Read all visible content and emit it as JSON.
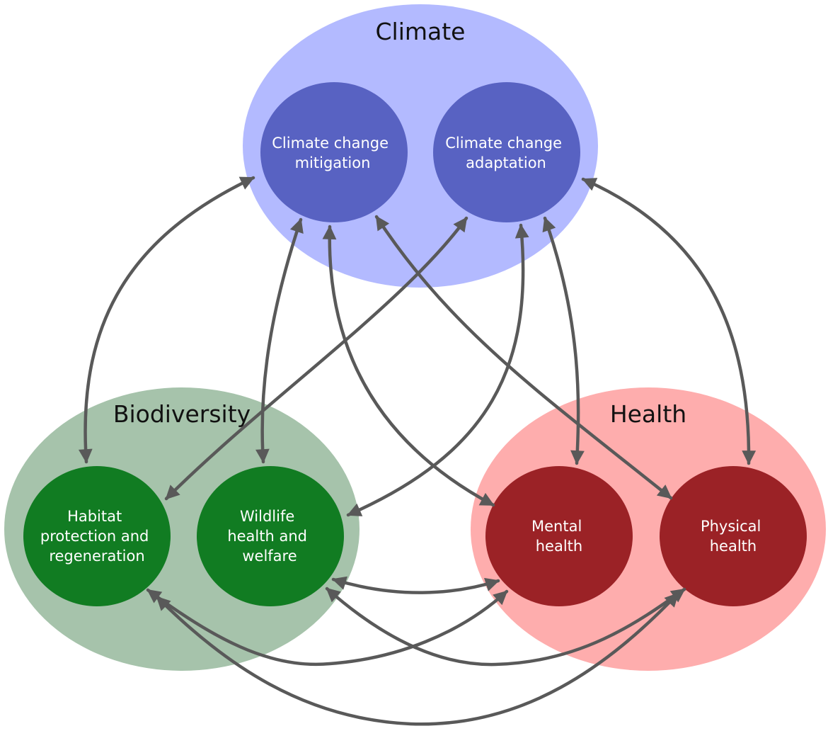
{
  "groups": {
    "climate": {
      "title": "Climate",
      "fill": "#b3baff"
    },
    "biodiversity": {
      "title": "Biodiversity",
      "fill": "#a6c3ab"
    },
    "health": {
      "title": "Health",
      "fill": "#feadad"
    }
  },
  "nodes": {
    "mitigation": {
      "lines": [
        "Climate change",
        "mitigation"
      ],
      "fill": "#5862c2"
    },
    "adaptation": {
      "lines": [
        "Climate change",
        "adaptation"
      ],
      "fill": "#5862c2"
    },
    "habitat": {
      "lines": [
        "Habitat",
        "protection and",
        "regeneration"
      ],
      "fill": "#117c22"
    },
    "wildlife": {
      "lines": [
        "Wildlife",
        "health and",
        "welfare"
      ],
      "fill": "#117c22"
    },
    "mental": {
      "lines": [
        "Mental",
        "health"
      ],
      "fill": "#9b2226"
    },
    "physical": {
      "lines": [
        "Physical",
        "health"
      ],
      "fill": "#9b2226"
    }
  },
  "links": [
    {
      "from": "mitigation",
      "to": "habitat",
      "direction": "both"
    },
    {
      "from": "mitigation",
      "to": "wildlife",
      "direction": "both"
    },
    {
      "from": "mitigation",
      "to": "mental",
      "direction": "both"
    },
    {
      "from": "mitigation",
      "to": "physical",
      "direction": "both"
    },
    {
      "from": "adaptation",
      "to": "habitat",
      "direction": "both"
    },
    {
      "from": "adaptation",
      "to": "wildlife",
      "direction": "both"
    },
    {
      "from": "adaptation",
      "to": "mental",
      "direction": "both"
    },
    {
      "from": "adaptation",
      "to": "physical",
      "direction": "both"
    },
    {
      "from": "wildlife",
      "to": "mental",
      "direction": "both"
    },
    {
      "from": "habitat",
      "to": "mental",
      "direction": "both"
    },
    {
      "from": "wildlife",
      "to": "physical",
      "direction": "both"
    },
    {
      "from": "habitat",
      "to": "physical",
      "direction": "both"
    }
  ],
  "colors": {
    "arrow": "#595959"
  }
}
